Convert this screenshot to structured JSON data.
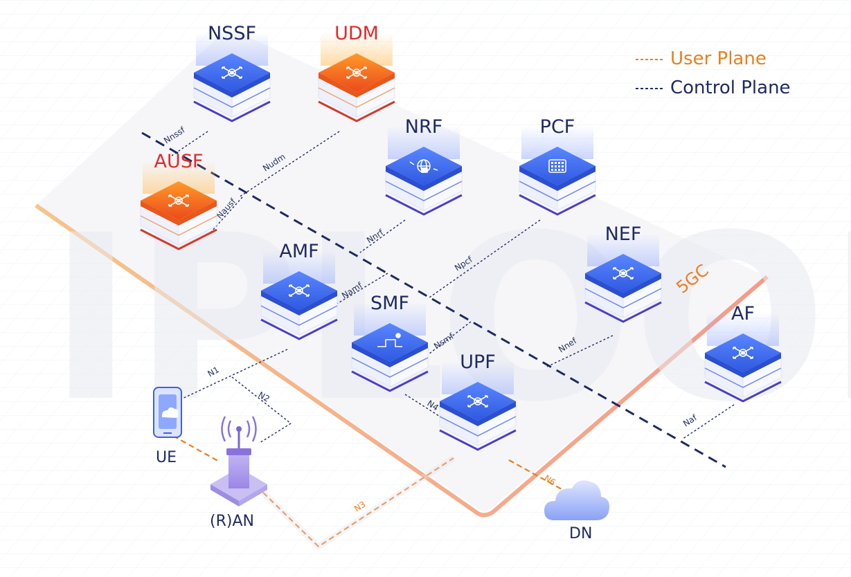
{
  "legend": {
    "user_plane": "User Plane",
    "control_plane": "Control Plane",
    "user_color": "#ee7d1c",
    "control_color": "#1e2a63"
  },
  "core_tag": "5GC",
  "watermark": "IPLOOK",
  "functions": [
    {
      "id": "nssf",
      "label": "NSSF",
      "style": "blue",
      "icon": "network-node-icon"
    },
    {
      "id": "udm",
      "label": "UDM",
      "style": "orange",
      "icon": "network-node-icon"
    },
    {
      "id": "nrf",
      "label": "NRF",
      "style": "blue",
      "icon": "globe-lock-icon"
    },
    {
      "id": "pcf",
      "label": "PCF",
      "style": "blue",
      "icon": "policy-panel-icon"
    },
    {
      "id": "ausf",
      "label": "AUSF",
      "style": "orange",
      "icon": "network-node-icon"
    },
    {
      "id": "amf",
      "label": "AMF",
      "style": "blue",
      "icon": "network-node-icon"
    },
    {
      "id": "nef",
      "label": "NEF",
      "style": "blue",
      "icon": "network-node-icon"
    },
    {
      "id": "smf",
      "label": "SMF",
      "style": "blue",
      "icon": "session-path-icon"
    },
    {
      "id": "upf",
      "label": "UPF",
      "style": "blue",
      "icon": "network-node-icon"
    },
    {
      "id": "af",
      "label": "AF",
      "style": "blue",
      "icon": "network-node-icon"
    }
  ],
  "interfaces": {
    "nnssf": "Nnssf",
    "nudm": "Nudm",
    "nausf": "Nausf",
    "nnrf": "Nnrf",
    "npcf": "Npcf",
    "namf": "Namf",
    "nsmf": "Nsmf",
    "nnef": "Nnef",
    "naf": "Naf",
    "n1": "N1",
    "n2": "N2",
    "n3": "N3",
    "n4": "N4",
    "n6": "N6"
  },
  "endpoints": {
    "ue": "UE",
    "ran": "(R)AN",
    "dn": "DN"
  },
  "colors": {
    "blue_top": "#3f6ff0",
    "orange_top": "#f16a1c",
    "red_label": "#e02a2a",
    "dark_label": "#1e2a63",
    "platform_edge": "#f2a48a"
  }
}
